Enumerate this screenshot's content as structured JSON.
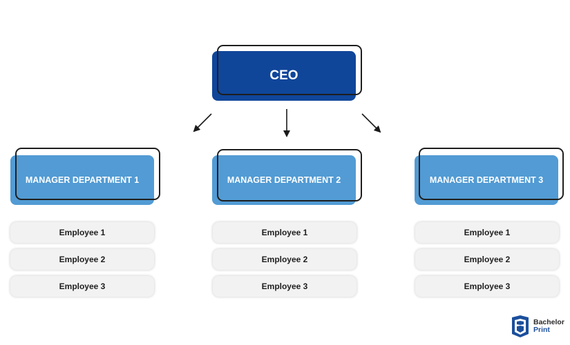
{
  "ceo": {
    "label": "CEO"
  },
  "departments": [
    {
      "manager": "MANAGER DEPARTMENT 1",
      "employees": [
        "Employee 1",
        "Employee 2",
        "Employee 3"
      ]
    },
    {
      "manager": "MANAGER DEPARTMENT 2",
      "employees": [
        "Employee 1",
        "Employee 2",
        "Employee 3"
      ]
    },
    {
      "manager": "MANAGER DEPARTMENT 3",
      "employees": [
        "Employee 1",
        "Employee 2",
        "Employee 3"
      ]
    }
  ],
  "logo": {
    "line1": "Bachelor",
    "line2": "Print"
  },
  "colors": {
    "ceo": "#10469a",
    "manager": "#529bd4",
    "employee": "#f2f2f2",
    "outline": "#1e1e1e"
  }
}
